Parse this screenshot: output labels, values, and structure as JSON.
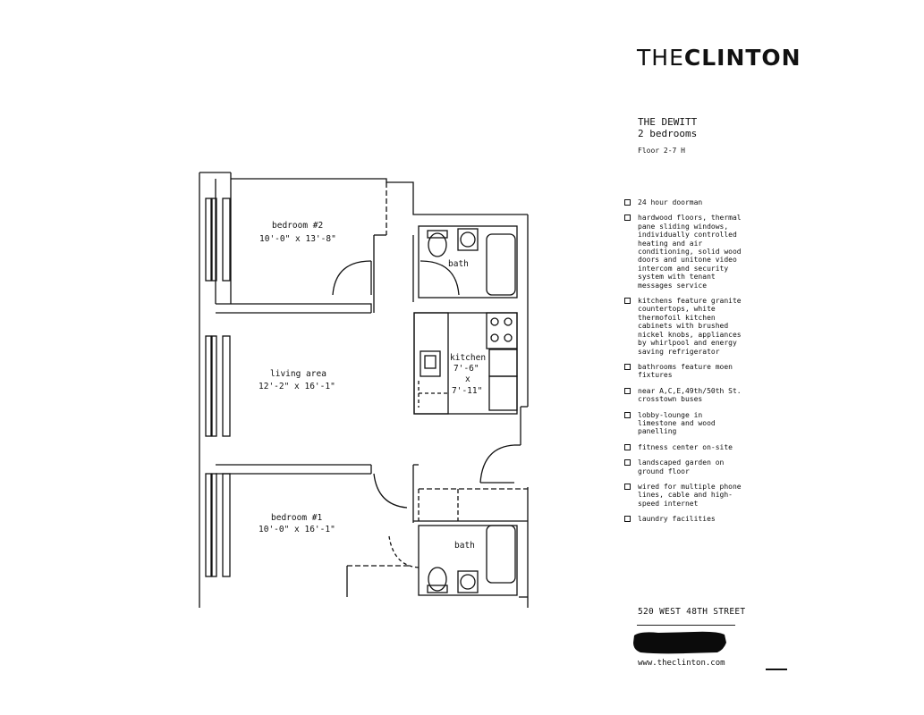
{
  "brand": {
    "prefix": "THE",
    "name": "CLINTON"
  },
  "unit": {
    "name": "THE DEWITT",
    "bedrooms": "2 bedrooms",
    "floor": "Floor 2-7  H"
  },
  "rooms": {
    "bedroom2": {
      "label": "bedroom #2",
      "size": "10'-0\" x 13'-8\""
    },
    "bath_top": {
      "label": "bath"
    },
    "living": {
      "label": "living area",
      "size": "12'-2\" x 16'-1\""
    },
    "kitchen": {
      "label": "kitchen",
      "size_w": "7'-6\"",
      "by": "x",
      "size_h": "7'-11\""
    },
    "bedroom1": {
      "label": "bedroom #1",
      "size": "10'-0\" x 16'-1\""
    },
    "bath_bottom": {
      "label": "bath"
    }
  },
  "features": [
    "24 hour doorman",
    "hardwood floors, thermal pane sliding windows, individually controlled heating and air conditioning, solid wood doors and unitone video intercom and security system with tenant messages service",
    "kitchens feature granite countertops, white thermofoil kitchen cabinets with brushed nickel knobs, appliances by whirlpool and energy saving refrigerator",
    "bathrooms feature moen fixtures",
    "near A,C,E,49th/50th St. crosstown buses",
    "lobby-lounge in limestone and wood panelling",
    "fitness center on-site",
    "landscaped garden on ground floor",
    "wired for multiple phone lines, cable and high-speed internet",
    "laundry facilities"
  ],
  "address": "520 WEST 48TH STREET",
  "website": "www.theclinton.com",
  "colors": {
    "ink": "#111111",
    "paper": "#ffffff"
  }
}
